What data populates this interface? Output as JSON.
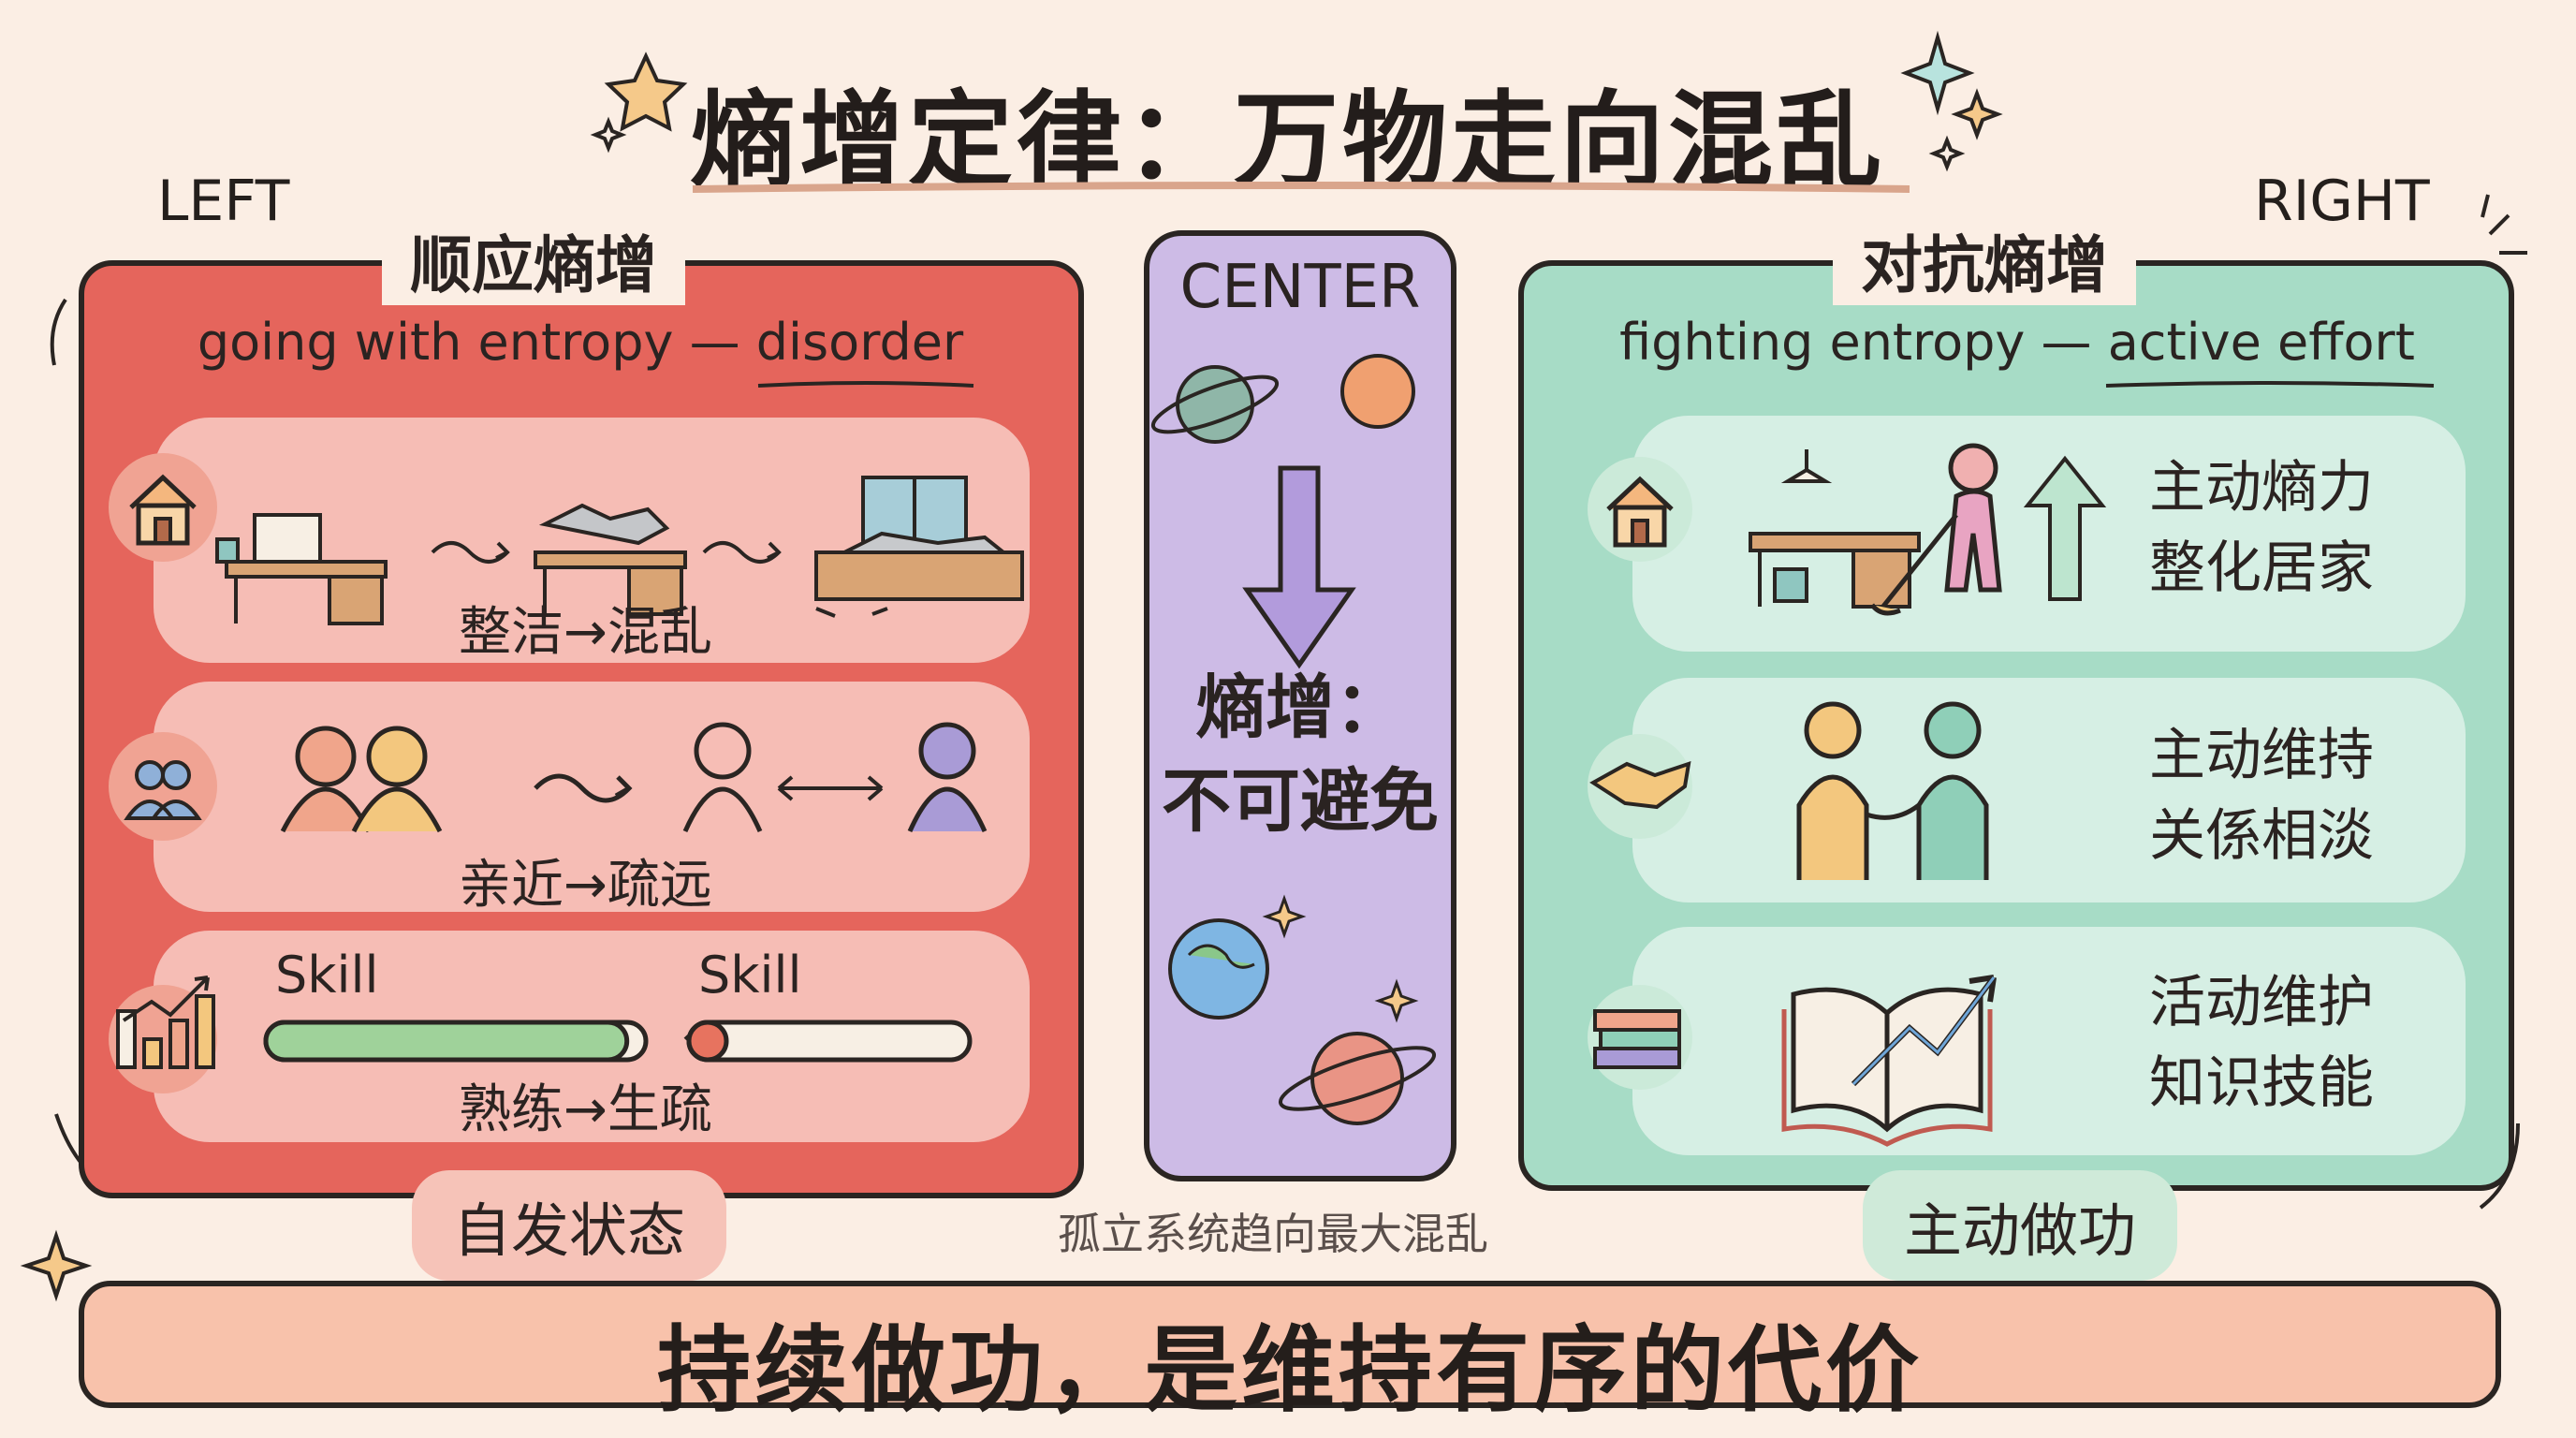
{
  "title": "熵增定律：万物走向混乱",
  "left_label": "LEFT",
  "right_label": "RIGHT",
  "left_panel": {
    "heading": "顺应熵增",
    "subtitle": "going with entropy — disorder",
    "rows": [
      {
        "caption": "整洁→混乱"
      },
      {
        "caption": "亲近→疏远"
      },
      {
        "caption": "熟练→生疏",
        "skill_a": "Skill",
        "skill_b": "Skill",
        "skill_a_level": 0.95,
        "skill_b_level": 0.12
      }
    ],
    "badge": "自发状态"
  },
  "center_panel": {
    "label": "CENTER",
    "main_line1": "熵增：",
    "main_line2": "不可避免",
    "footnote": "孤立系统趋向最大混乱"
  },
  "right_panel": {
    "heading": "对抗熵增",
    "subtitle": "fighting entropy — active effort",
    "rows": [
      {
        "line1": "主动熵力",
        "line2": "整化居家"
      },
      {
        "line1": "主动维持",
        "line2": "关係相淡"
      },
      {
        "line1": "活动维护",
        "line2": "知识技能"
      }
    ],
    "badge": "主动做功"
  },
  "bottom": "持续做功，是维持有序的代价",
  "colors": {
    "background": "#fbeee4",
    "left_panel": "#e5655c",
    "center_panel": "#cdbbe6",
    "right_panel": "#a7dcc6",
    "outline": "#2a2522"
  }
}
